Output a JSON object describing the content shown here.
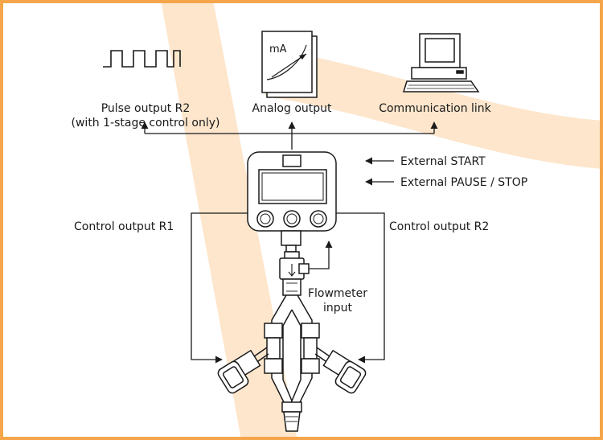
{
  "colors": {
    "frame": "#f6a54b",
    "watermark": "#fde6cc",
    "line": "#1a1a1a"
  },
  "icons": {
    "pulse": "pulse-wave-icon",
    "meter": "milliamp-meter-icon",
    "computer": "computer-icon",
    "controller": "batch-controller-icon",
    "flowmeter": "flowmeter-icon",
    "valves": "solenoid-valve-icon"
  },
  "outputs": {
    "pulse_line1": "Pulse output R2",
    "pulse_line2": "(with 1-stage control only)",
    "analog": "Analog output",
    "meter_unit": "mA",
    "comm": "Communication link"
  },
  "inputs": {
    "start": "External START",
    "pause": "External PAUSE / STOP"
  },
  "controls": {
    "r1": "Control output R1",
    "r2": "Control output R2"
  },
  "flowmeter": {
    "line1": "Flowmeter",
    "line2": "input"
  }
}
